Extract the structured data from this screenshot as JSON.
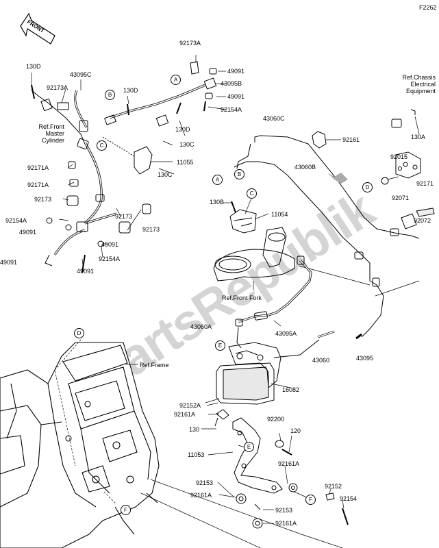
{
  "diagram": {
    "code": "F2262",
    "front_badge": "FRONT",
    "watermark": "PartsRepublik",
    "parts": {
      "p130d_a": "130D",
      "p43095c": "43095C",
      "p92173a_a": "92173A",
      "p130d_b": "130D",
      "p92173a_b": "92173A",
      "p49091_a": "49091",
      "p43095b": "43095B",
      "p49091_b": "49091",
      "p92154a_a": "92154A",
      "p130d_c": "130D",
      "p130c_a": "130C",
      "p11055": "11055",
      "p130c_b": "130C",
      "p92171a_a": "92171A",
      "p92171a_b": "92171A",
      "p92173_a": "92173",
      "p92154a_b": "92154A",
      "p49091_c": "49091",
      "p49091_d": "49091",
      "p92173_b": "92173",
      "p92173_c": "92173",
      "p92154a_c": "92154A",
      "p49091_e": "49091",
      "p49091_f": "49091",
      "p43060c": "43060C",
      "p92161": "92161",
      "p43060b": "43060B",
      "p130a": "130A",
      "p92015": "92015",
      "p92171": "92171",
      "p92071": "92071",
      "p92072": "92072",
      "p130b": "130B",
      "p11054": "11054",
      "p43060a": "43060A",
      "p43095a": "43095A",
      "p43060": "43060",
      "p43095": "43095",
      "p16082": "16082",
      "p92152a": "92152A",
      "p92161a_a": "92161A",
      "p92200": "92200",
      "p130": "130",
      "p120": "120",
      "p11053": "11053",
      "p92161a_b": "92161A",
      "p92153_a": "92153",
      "p92161a_c": "92161A",
      "p92152": "92152",
      "p92154": "92154",
      "p92153_b": "92153",
      "p92161a_d": "92161A"
    },
    "refs": {
      "front_master_cylinder": "Ref.Front\nMaster\nCylinder",
      "chassis_electrical": "Ref.Chassis\nElectrical\nEquipment",
      "front_fork": "Ref.Front Fork",
      "frame": "Ref.Frame"
    },
    "markers": {
      "a": "A",
      "b": "B",
      "c": "C",
      "d": "D",
      "e": "E",
      "f": "F"
    }
  }
}
